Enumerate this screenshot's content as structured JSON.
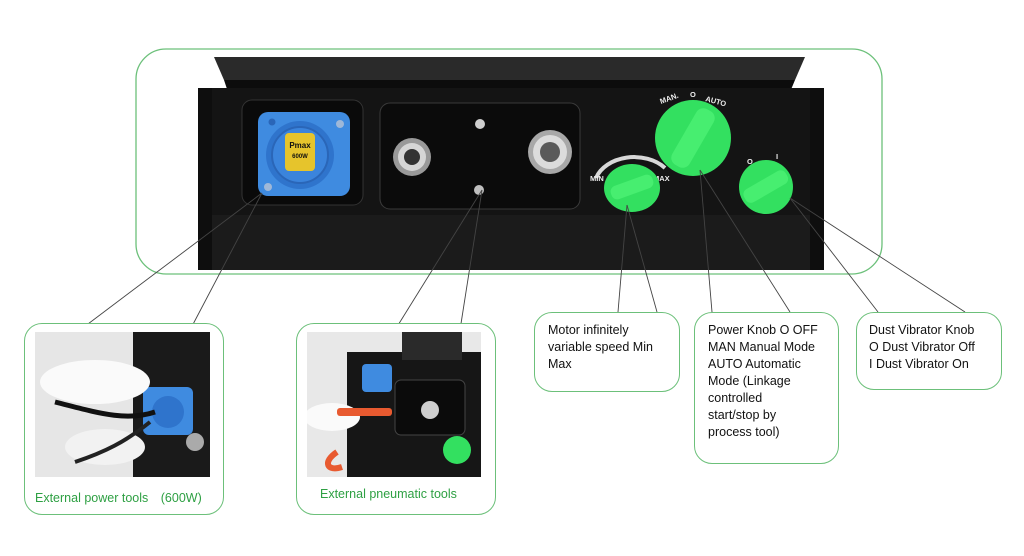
{
  "socket": {
    "brand": "Pmax",
    "rating": "600W"
  },
  "speed_scale": {
    "min": "MIN",
    "max": "MAX"
  },
  "power_scale": {
    "man": "MAN.",
    "off": "O",
    "auto": "AUTO"
  },
  "vibrator_scale": {
    "off": "O",
    "on": "I"
  },
  "callouts": {
    "motor": "Motor infinitely\nvariable speed Min\nMax",
    "power": "Power Knob O OFF\nMAN Manual Mode\nAUTO Automatic\nMode (Linkage\ncontrolled\nstart/stop by\nprocess tool)",
    "vibrator": "Dust Vibrator Knob\nO Dust Vibrator Off\nI Dust Vibrator On"
  },
  "captions": {
    "power_tools": "External power tools　(600W)",
    "pneumatic_tools": "External pneumatic tools"
  },
  "colors": {
    "accent_green": "#6cc07a",
    "knob_green": "#33e060",
    "socket_blue": "#3f8be0",
    "panel_black": "#141414"
  },
  "icons": [
    "power-socket-icon",
    "air-connector-icon",
    "knob-icon"
  ]
}
